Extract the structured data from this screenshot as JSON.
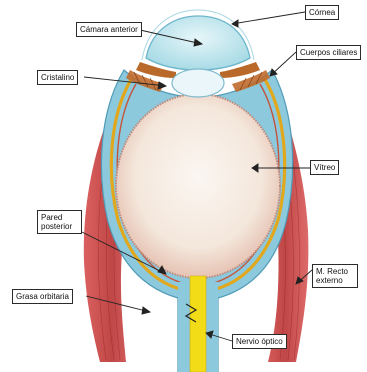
{
  "labels": {
    "cornea": "Córnea",
    "camara_anterior": "Cámara anterior",
    "cuerpos_ciliares": "Cuerpos ciliares",
    "cristalino": "Cristalino",
    "vitreo": "Vítreo",
    "pared_posterior": "Pared posterior",
    "m_recto_externo": "M. Recto externo",
    "grasa_orbitaria": "Grasa orbitaria",
    "nervio_optico": "Nervio óptico"
  },
  "colors": {
    "cornea": "#bfe6ee",
    "sclera": "#8cc9dd",
    "choroid": "#e1a81e",
    "retina": "#c4533a",
    "vitreous": "#f6ece2",
    "vitreous_edge": "#c28878",
    "muscle": "#c23a3a",
    "optic_nerve": "#f2dc18",
    "ciliary": "#c06a2c",
    "label_border": "#2b2b2b"
  }
}
